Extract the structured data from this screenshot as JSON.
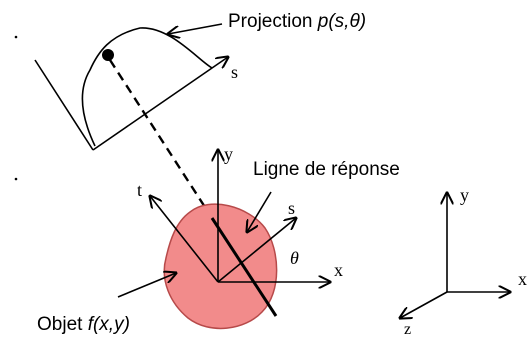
{
  "labels": {
    "projection_prefix": "Projection ",
    "projection_func": "p(s,",
    "projection_theta": "θ",
    "projection_close": ")",
    "ligne": "Ligne de réponse",
    "objet_prefix": "Objet ",
    "objet_func": "f(x,y)",
    "theta": "θ"
  },
  "axes_main": {
    "x": "x",
    "y": "y",
    "t": "t",
    "s": "s"
  },
  "axes_ref": {
    "x": "x",
    "y": "y",
    "z": "z"
  },
  "projection_axis": {
    "s": "s"
  },
  "colors": {
    "object_fill": "#f28b8b",
    "object_stroke": "#b74a4a",
    "ink": "#000000"
  }
}
